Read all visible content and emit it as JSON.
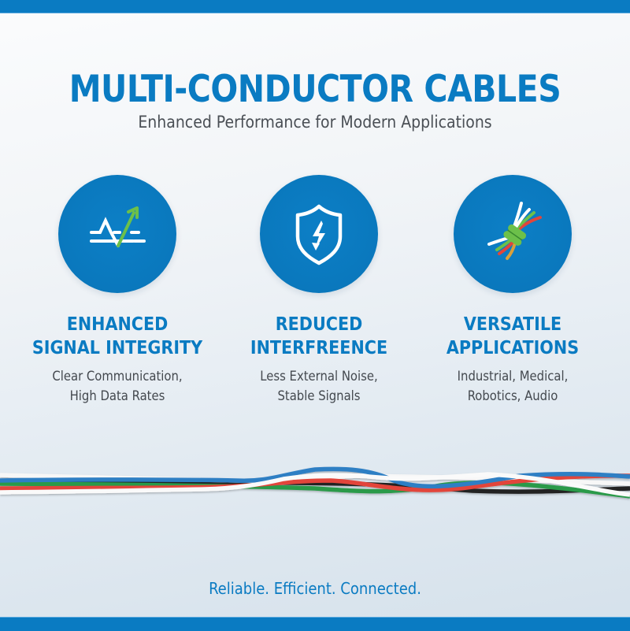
{
  "header": {
    "title": "MULTI-CONDUCTOR CABLES",
    "subtitle": "Enhanced Performance for Modern Applications"
  },
  "features": [
    {
      "icon": "signal-integrity-icon",
      "heading_line1": "ENHANCED",
      "heading_line2": "SIGNAL INTEGRITY",
      "desc_line1": "Clear Communication,",
      "desc_line2": "High Data Rates"
    },
    {
      "icon": "shield-lightning-icon",
      "heading_line1": "REDUCED",
      "heading_line2": "INTERFREENCE",
      "desc_line1": "Less External Noise,",
      "desc_line2": "Stable Signals"
    },
    {
      "icon": "wire-bundle-icon",
      "heading_line1": "VERSATILE",
      "heading_line2": "APPLICATIONS",
      "desc_line1": "Industrial, Medical,",
      "desc_line2": "Robotics, Audio"
    }
  ],
  "cable_illustration": {
    "wire_colors": [
      "#2f7fc4",
      "#e2453a",
      "#ffffff",
      "#2a9a4a",
      "#222222"
    ]
  },
  "footer": {
    "tagline": "Reliable. Efficient. Connected."
  },
  "colors": {
    "brand_blue": "#0a7bc2",
    "text_gray": "#44494f",
    "accent_green": "#6cc04a"
  }
}
